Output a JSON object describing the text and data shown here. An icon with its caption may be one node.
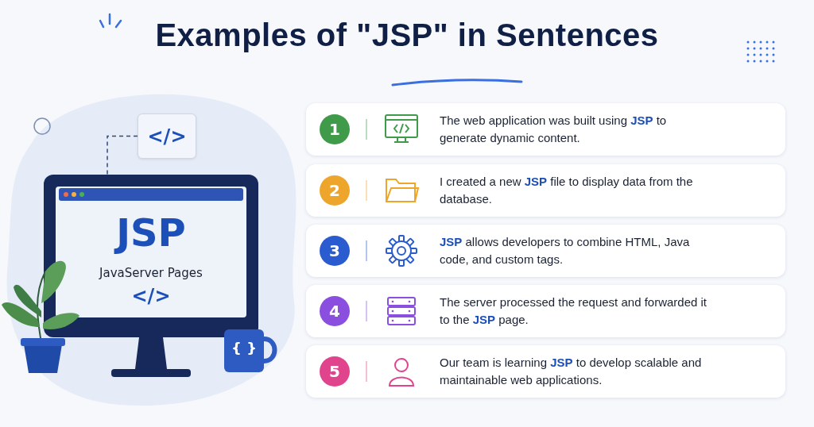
{
  "diagram": {
    "title": "Examples of \"JSP\" in Sentences",
    "nodes": [
      {
        "text": [
          "</>"
        ]
      },
      {
        "text": [
          "JSP",
          "JavaServer Pages",
          "</>"
        ]
      },
      {
        "text": [
          "1",
          "The web application was built using **JSP** to generate dynamic content."
        ]
      },
      {
        "text": [
          "2",
          "I created a new **JSP** file to display data from the database."
        ]
      },
      {
        "text": [
          "3",
          "**JSP** allows developers to combine HTML, Java code, and custom tags."
        ]
      },
      {
        "text": [
          "4",
          "The server processed the request and forwarded it to the **JSP** page."
        ]
      },
      {
        "text": [
          "5",
          "Our team is learning **JSP** to develop scalable and maintainable web applications."
        ]
      }
    ],
    "edges": [
      {
        "from": 0,
        "to": 1,
        "arrow": "none",
        "style": "dashed"
      }
    ],
    "labels": [
      "{ }"
    ]
  }
}
